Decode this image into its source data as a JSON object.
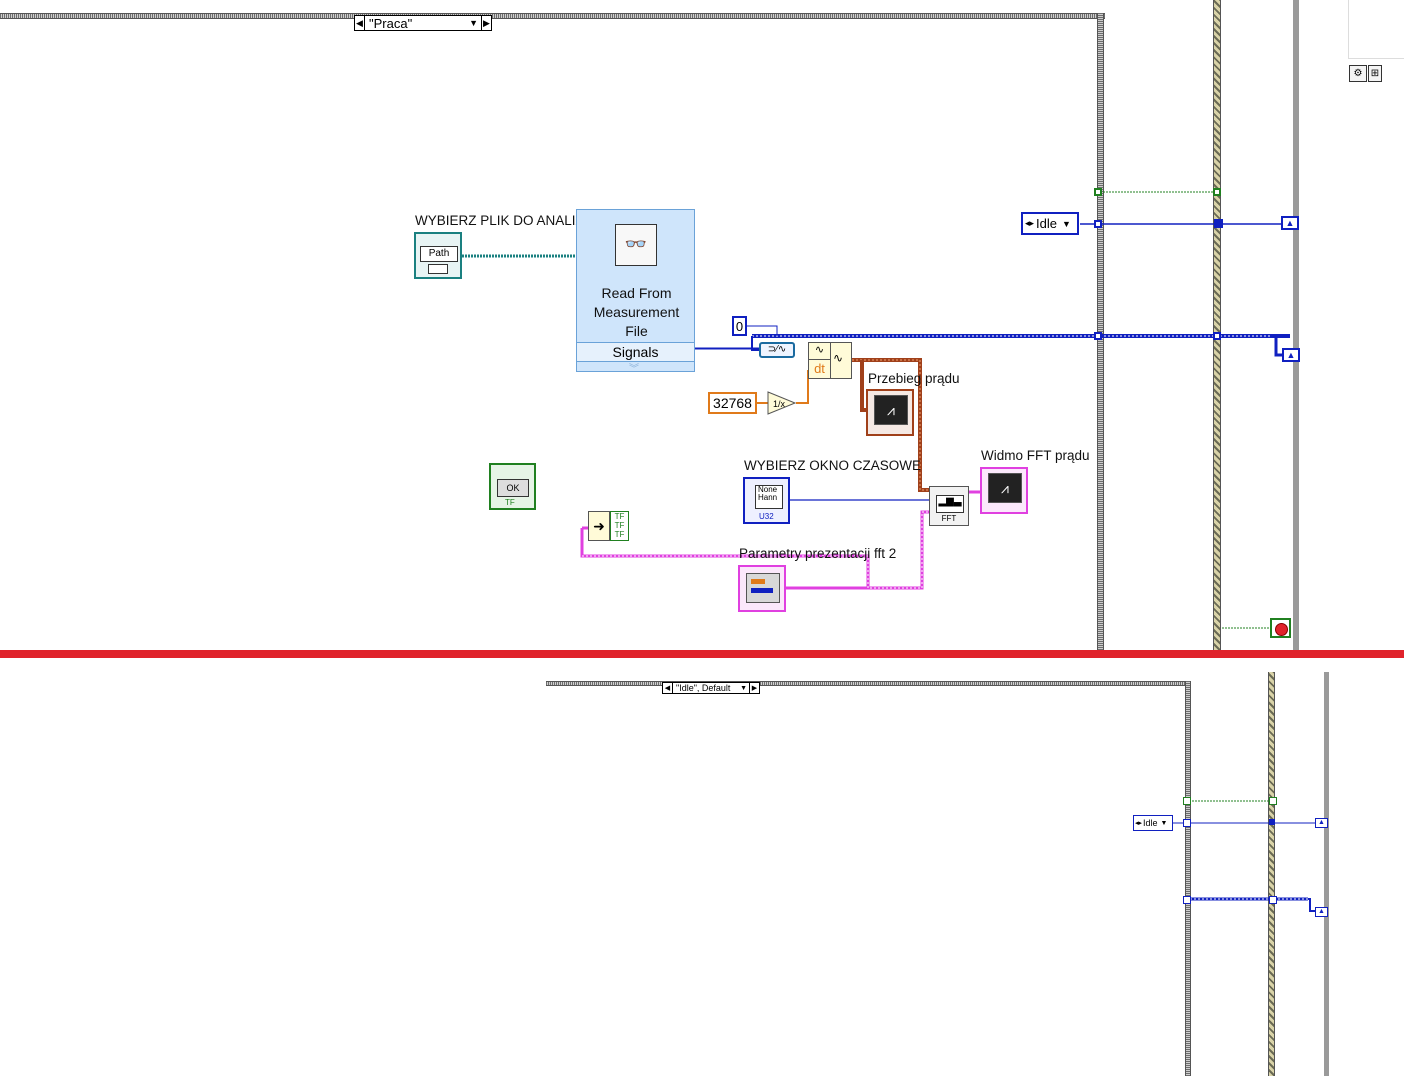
{
  "top_case": {
    "selector_value": "\"Praca\"",
    "path_control_label": "WYBIERZ PLIK DO ANALIZY",
    "path_icon_text": "Path",
    "express_vi": {
      "title_lines": [
        "Read From",
        "Measurement",
        "File"
      ],
      "output": "Signals"
    },
    "constant_zero": "0",
    "constant_samples": "32768",
    "dt_label": "dt",
    "graph_current_label": "Przebieg prądu",
    "graph_fft_label": "Widmo FFT prądu",
    "window_label": "WYBIERZ OKNO CZASOWE",
    "window_items": [
      "None",
      "Hann"
    ],
    "window_type": "U32",
    "fft_label": "FFT",
    "fft_params_label": "Parametry prezentacji fft 2",
    "ok_button": "OK",
    "tf_label": "TF",
    "state_enum": "Idle"
  },
  "bottom_case": {
    "selector_value": "\"Idle\", Default",
    "state_enum": "Idle"
  },
  "colors": {
    "divider": "#e0232b",
    "enum_blue": "#1020c0",
    "cluster_pink": "#e040e0",
    "waveform_brown": "#a0401a",
    "path_teal": "#1a8080",
    "orange": "#e07a1a",
    "bool_green": "#208020"
  }
}
